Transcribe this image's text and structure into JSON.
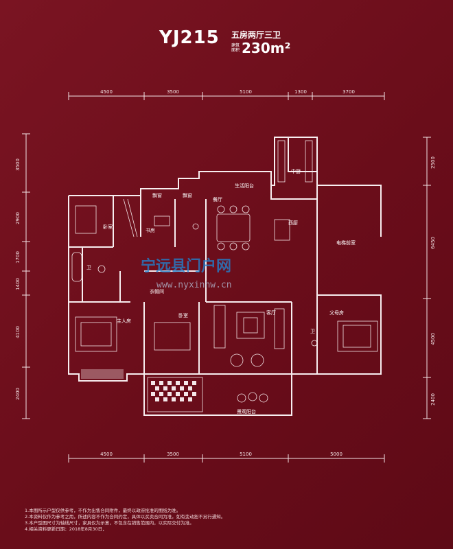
{
  "plan": {
    "title": "YJ215",
    "subtitle": "五房两厅三卫",
    "area_label": "建筑面积",
    "area": "230m²"
  },
  "dimensions": {
    "top": [
      "4500",
      "3500",
      "5100",
      "1300",
      "3700"
    ],
    "bottom": [
      "4500",
      "3500",
      "5100",
      "5000"
    ],
    "left": [
      "3500",
      "2900",
      "1700",
      "1400",
      "4100",
      "2400"
    ],
    "right": [
      "2500",
      "6450",
      "4500",
      "2400"
    ]
  },
  "rooms": {
    "bedroom_1": "卧室",
    "bath_1": "卫",
    "study": "书房",
    "closet_1": "飘窗",
    "closet_2": "飘窗",
    "service_balcony": "生活阳台",
    "kitchen": "中厨",
    "dining": "餐厅",
    "western_kitchen": "西厨",
    "elevator_hall": "电梯前室",
    "wardrobe": "衣帽间",
    "master_bedroom": "主人房",
    "bedroom_2": "卧室",
    "living_room": "客厅",
    "parents_room": "父母房",
    "view_balcony": "景观阳台",
    "master_bath": "卫"
  },
  "watermark": {
    "text": "宁远县门户网",
    "url": "www.nyxinhw.cn"
  },
  "notes": [
    "1.本图所示户型仅供参考，不作为出售合同附件，最终以政府批准的图纸为准。",
    "2.本资料仅作为参考之用，所述内容不作为合同约定，具体以买卖合同为准，如有变动恕不另行通知。",
    "3.本户型图尺寸为轴线尺寸，家具仅为示意，不包含在销售范围内，以实际交付为准。",
    "4.相关资料更新日期：2018年8月30日，"
  ]
}
